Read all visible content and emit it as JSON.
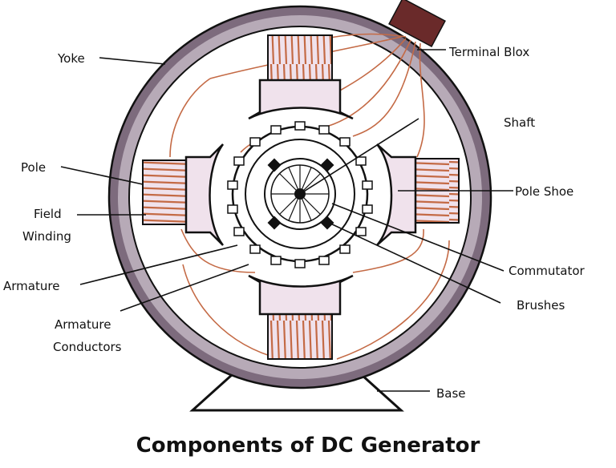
{
  "title": "Components of DC Generator",
  "labels": {
    "yoke": "Yoke",
    "terminal_box": "Terminal Blox",
    "shaft": "Shaft",
    "pole": "Pole",
    "pole_shoe": "Pole Shoe",
    "field_winding_line1": "Field",
    "field_winding_line2": "Winding",
    "armature": "Armature",
    "commutator": "Commutator",
    "brushes": "Brushes",
    "armature_conductors_line1": "Armature",
    "armature_conductors_line2": "Conductors",
    "base": "Base"
  },
  "colors": {
    "yoke_outer": "#7d6b7d",
    "yoke_ring": "#b7aab7",
    "pole_fill": "#f0e2ec",
    "winding": "#c46a45",
    "terminal_box": "#6a2a2a",
    "outline": "#111111",
    "background": "#ffffff"
  }
}
